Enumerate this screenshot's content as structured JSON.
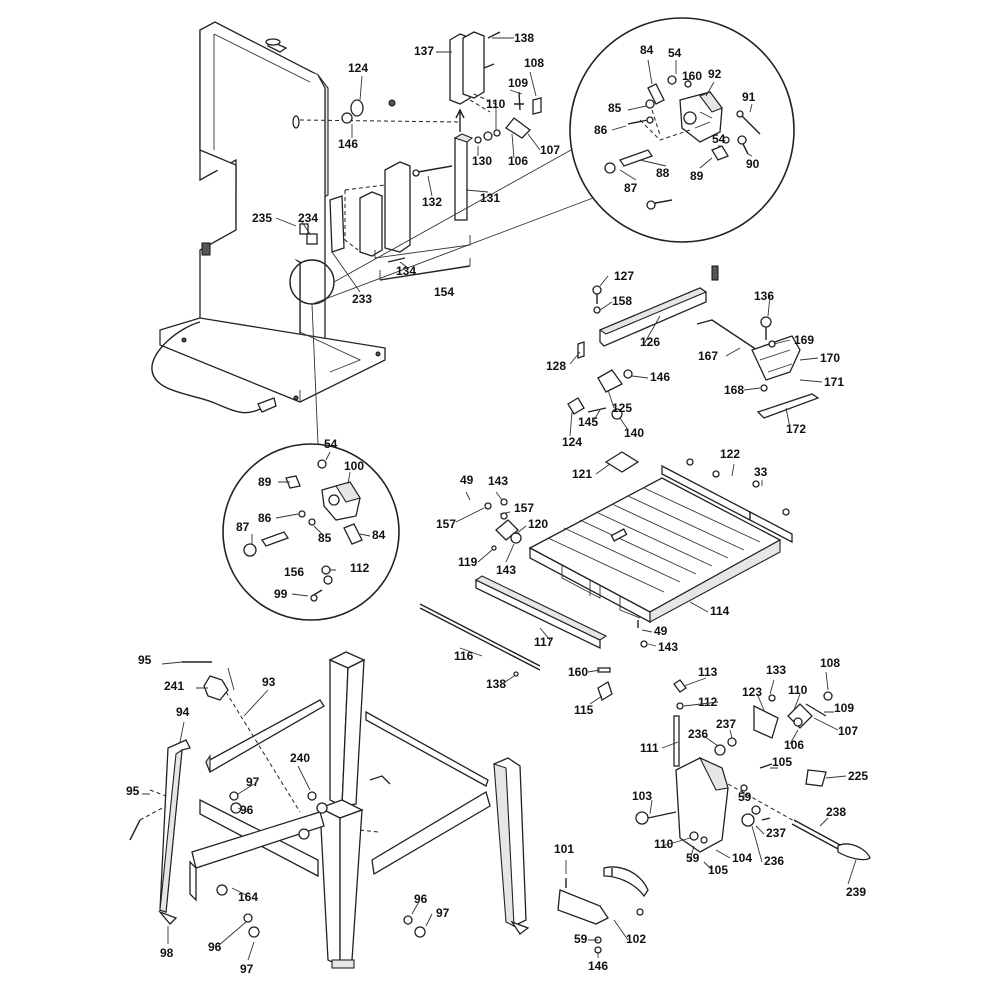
{
  "diagram": {
    "labels": [
      "137",
      "138",
      "124",
      "108",
      "109",
      "110",
      "146",
      "130",
      "106",
      "107",
      "132",
      "131",
      "235",
      "234",
      "134",
      "154",
      "233",
      "84",
      "54",
      "160",
      "92",
      "85",
      "91",
      "86",
      "54",
      "87",
      "88",
      "89",
      "90",
      "127",
      "158",
      "136",
      "169",
      "126",
      "167",
      "170",
      "128",
      "146",
      "171",
      "168",
      "125",
      "172",
      "124",
      "145",
      "140",
      "54",
      "100",
      "89",
      "86",
      "87",
      "85",
      "84",
      "156",
      "112",
      "99",
      "121",
      "122",
      "33",
      "49",
      "143",
      "157",
      "157",
      "120",
      "119",
      "143",
      "114",
      "49",
      "143",
      "117",
      "116",
      "160",
      "138",
      "115",
      "113",
      "133",
      "108",
      "112",
      "123",
      "110",
      "109",
      "106",
      "107",
      "236",
      "237",
      "111",
      "105",
      "225",
      "95",
      "241",
      "93",
      "94",
      "97",
      "240",
      "95",
      "96",
      "59",
      "103",
      "237",
      "238",
      "110",
      "59",
      "236",
      "104",
      "105",
      "239",
      "101",
      "164",
      "96",
      "97",
      "98",
      "96",
      "97",
      "102",
      "59",
      "146"
    ]
  }
}
